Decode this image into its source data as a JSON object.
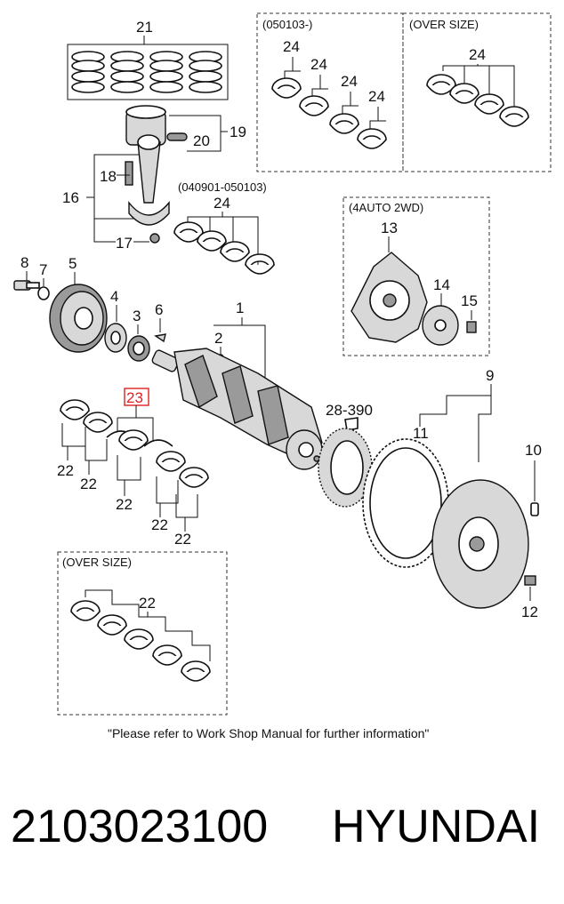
{
  "diagram": {
    "labels": {
      "p1": "1",
      "p2": "2",
      "p3": "3",
      "p4": "4",
      "p5": "5",
      "p6": "6",
      "p7": "7",
      "p8": "8",
      "p9": "9",
      "p10": "10",
      "p11": "11",
      "p12": "12",
      "p13": "13",
      "p14": "14",
      "p15": "15",
      "p16": "16",
      "p17": "17",
      "p18": "18",
      "p19": "19",
      "p20": "20",
      "p21": "21",
      "p22": "22",
      "p23": "23",
      "p24": "24",
      "p28": "28-390"
    },
    "boxes": {
      "box_top_left": "(050103-)",
      "box_top_right": "(OVER SIZE)",
      "box_mid": "(040901-050103)",
      "box_auto": "(4AUTO 2WD)",
      "box_bottom": "(OVER SIZE)"
    },
    "highlighted_part": "23",
    "highlight_color": "#e02020",
    "note": "\"Please refer to Work Shop Manual for further information\""
  },
  "footer": {
    "part_number": "2103023100",
    "brand": "HYUNDAI"
  }
}
